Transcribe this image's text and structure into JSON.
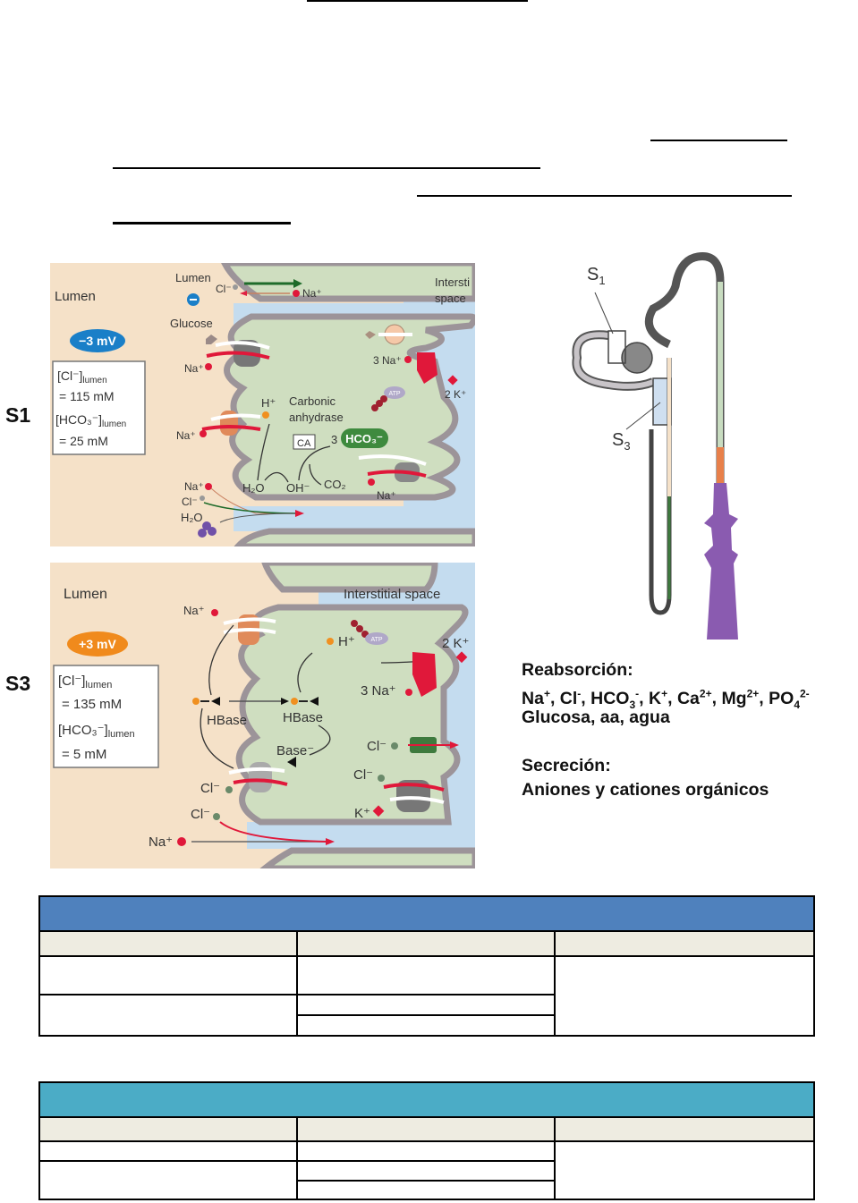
{
  "page": {
    "blank_underlines": [
      {
        "id": "title-underline"
      },
      {
        "id": "line-1-tail"
      },
      {
        "id": "line-2"
      },
      {
        "id": "line-3-tail"
      },
      {
        "id": "line-4"
      }
    ]
  },
  "diagram_s1": {
    "segment_label": "S1",
    "lumen_label": "Lumen",
    "lumen_label_small": "Lumen",
    "interstitial_label_1": "Intersti",
    "interstitial_label_2": "space",
    "potential_badge": "−3 mV",
    "potential_color": "#1a7fc8",
    "conc_cl_label": "[Cl⁻]",
    "conc_cl_sub": "lumen",
    "conc_cl_value": "= 115 mM",
    "conc_hco3_label": "[HCO₃⁻]",
    "conc_hco3_sub": "lumen",
    "conc_hco3_value": "= 25 mM",
    "ions": {
      "cl": "Cl⁻",
      "na": "Na⁺",
      "glucose": "Glucose",
      "h": "H⁺",
      "carbonic_1": "Carbonic",
      "carbonic_2": "anhydrase",
      "ca": "CA",
      "hco3_count": "3",
      "hco3": "HCO₃⁻",
      "h2o": "H₂O",
      "oh": "OH⁻",
      "co2": "CO₂",
      "three_na": "3 Na⁺",
      "two_k": "2 K⁺",
      "atp": "ATP"
    }
  },
  "diagram_s3": {
    "segment_label": "S3",
    "lumen_label": "Lumen",
    "interstitial_label": "Interstitial space",
    "potential_badge": "+3 mV",
    "potential_color": "#f08a1c",
    "conc_cl_label": "[Cl⁻]",
    "conc_cl_sub": "lumen",
    "conc_cl_value": "= 135 mM",
    "conc_hco3_label": "[HCO₃⁻]",
    "conc_hco3_sub": "lumen",
    "conc_hco3_value": "= 5 mM",
    "ions": {
      "na": "Na⁺",
      "h": "H⁺",
      "hbase": "HBase",
      "base": "Base⁻",
      "cl": "Cl⁻",
      "three_na": "3 Na⁺",
      "two_k": "2 K⁺",
      "k": "K⁺",
      "atp": "ATP"
    }
  },
  "nephron": {
    "label_s1": "S",
    "label_s1_sub": "1",
    "label_s3": "S",
    "label_s3_sub": "3"
  },
  "info": {
    "reabsorption_title": "Reabsorción:",
    "reabsorption_ions": [
      {
        "base": "Na",
        "sup": "+",
        "sub": ""
      },
      {
        "base": "Cl",
        "sup": "-",
        "sub": ""
      },
      {
        "base": "HCO",
        "sup": "-",
        "sub": "3"
      },
      {
        "base": "K",
        "sup": "+",
        "sub": ""
      },
      {
        "base": "Ca",
        "sup": "2+",
        "sub": ""
      },
      {
        "base": "Mg",
        "sup": "2+",
        "sub": ""
      },
      {
        "base": "PO",
        "sup": "2-",
        "sub": "4"
      }
    ],
    "reabsorption_other": "Glucosa, aa, agua",
    "secretion_title": "Secreción:",
    "secretion_text": "Aniones y cationes orgánicos"
  },
  "tables": [
    {
      "header_color": "#4f81bd",
      "header_text": "",
      "subheaders": [
        "",
        "",
        ""
      ],
      "rows": [
        [
          "",
          "",
          ""
        ],
        [
          "",
          "",
          ""
        ],
        [
          "",
          ""
        ]
      ]
    },
    {
      "header_color": "#4bacc6",
      "header_text": "",
      "subheaders": [
        "",
        "",
        ""
      ],
      "rows": [
        [
          "",
          "",
          ""
        ],
        [
          "",
          "",
          ""
        ],
        [
          "",
          ""
        ]
      ]
    }
  ]
}
